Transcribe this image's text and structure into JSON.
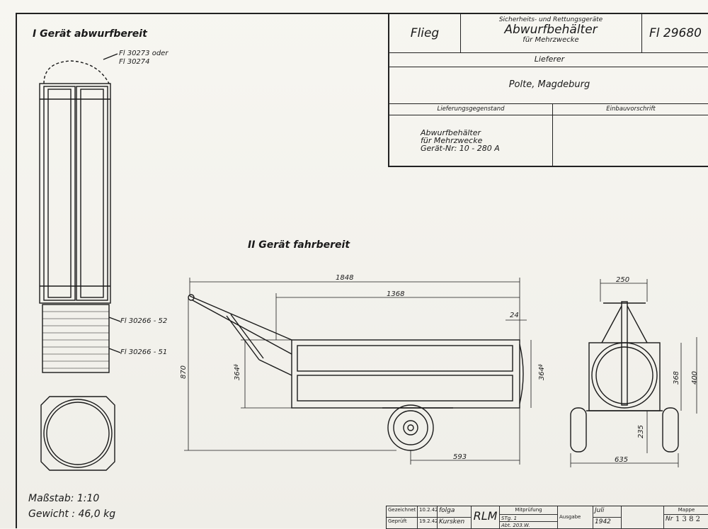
{
  "title_block": {
    "category": "Flieg",
    "subtitle_top": "Sicherheits- und Rettungsgeräte",
    "title": "Abwurfbehälter",
    "subtitle_bottom": "für Mehrzwecke",
    "number": "Fl 29680",
    "supplier_label": "Lieferer",
    "supplier": "Polte, Magdeburg",
    "delivery_item_label": "Lieferungsgegenstand",
    "install_label": "Einbauvorschrift",
    "item_line1": "Abwurfbehälter",
    "item_line2": "für Mehrzwecke",
    "item_line3": "Gerät-Nr: 10 - 280 A"
  },
  "section_1": {
    "title": "I Gerät abwurfbereit",
    "label_top_1": "Fl 30273 oder",
    "label_top_2": "Fl 30274",
    "label_mid_1": "Fl 30266 - 52",
    "label_mid_2": "Fl 30266 - 51"
  },
  "section_2": {
    "title": "II Gerät fahrbereit",
    "dims": {
      "d1848": "1848",
      "d1368": "1368",
      "d24": "24",
      "d870": "870",
      "d364a": "364ᶲ",
      "d364b": "364ᶲ",
      "d593": "593",
      "d250": "250",
      "d368": "368",
      "d400": "400",
      "d235": "235",
      "d635": "635"
    }
  },
  "footer": {
    "scale": "Maßstab: 1:10",
    "weight": "Gewicht : 46,0 kg"
  },
  "bottom_strip": {
    "gezeichnet": "Gezeichnet",
    "gez_date": "10.2.42",
    "gez_sign": "folga",
    "geprueft": "Geprüft",
    "gep_date": "19.2.42",
    "gep_sign": "Kursken",
    "rlm": "RLM",
    "mitpruefung": "Mitprüfung",
    "mit_1": "STg. 1",
    "mit_2": "Abt. 203.W.",
    "ausgabe": "Ausgabe",
    "ausgabe_val_1": "Juli",
    "ausgabe_val_2": "1942",
    "mappe": "Mappe",
    "nr_label": "Nr",
    "nr_value": "1 3 8 2"
  }
}
